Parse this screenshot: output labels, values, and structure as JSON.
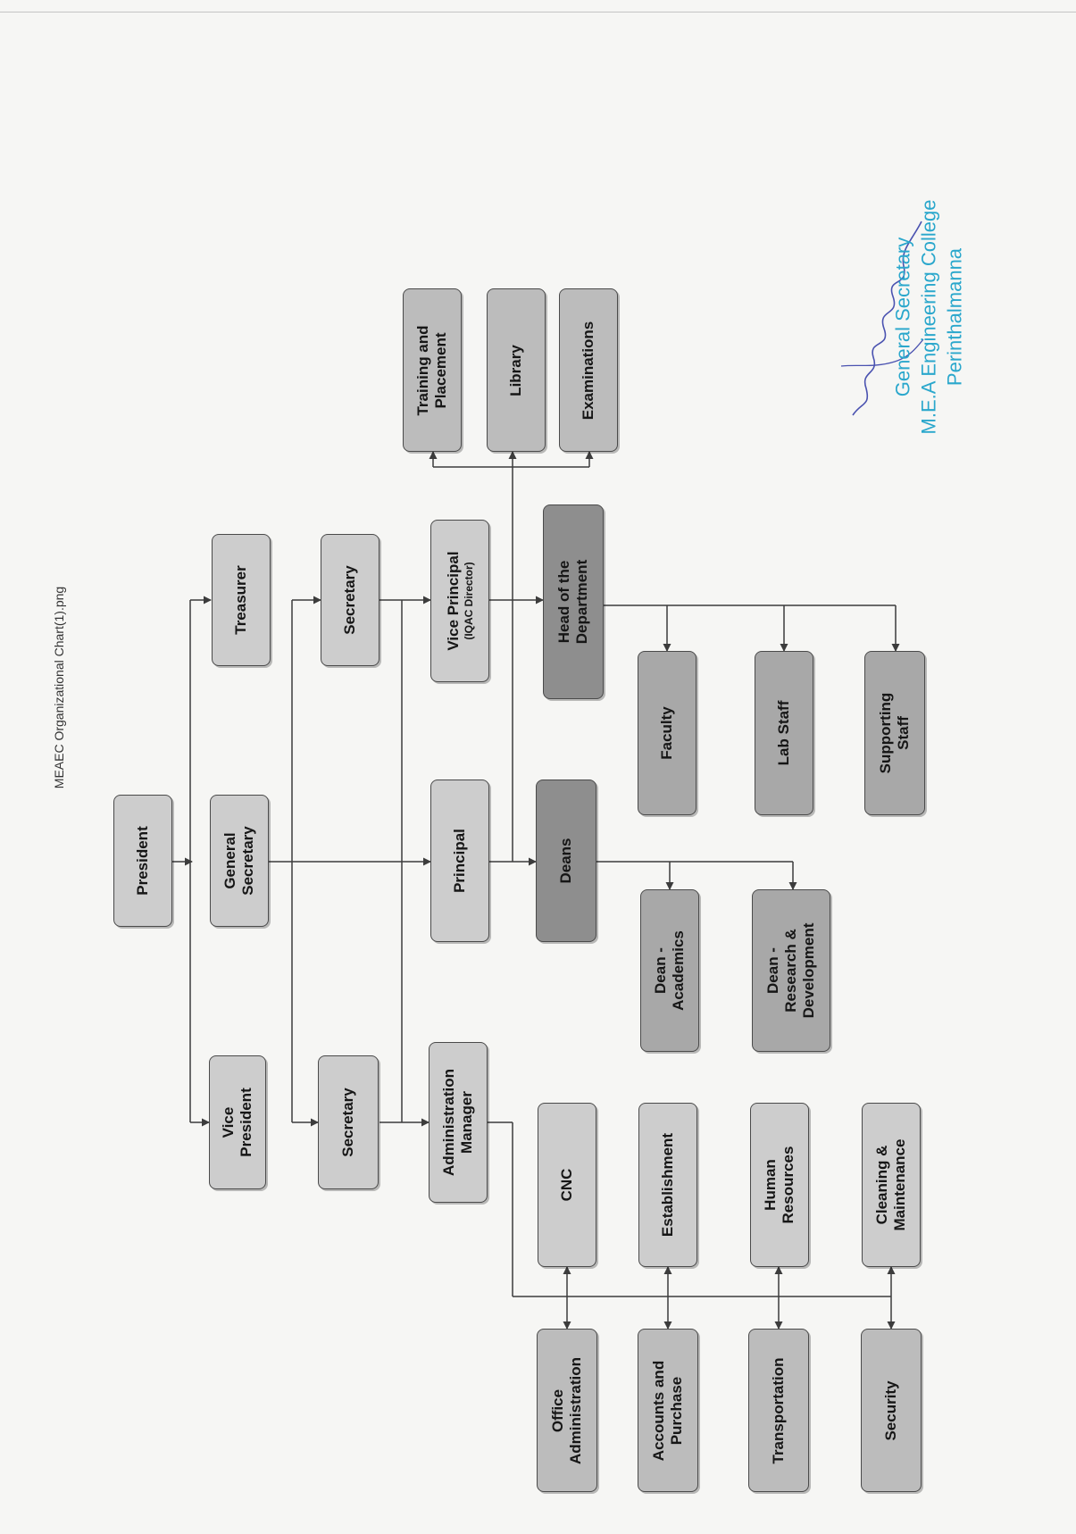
{
  "document": {
    "file_title": "MEAEC Organizational Chart(1).png"
  },
  "nodes": {
    "president": "President",
    "vice_president": {
      "line1": "Vice",
      "line2": "President"
    },
    "general_secretary": {
      "line1": "General",
      "line2": "Secretary"
    },
    "treasurer": "Treasurer",
    "secretary_left": "Secretary",
    "secretary_right": "Secretary",
    "administration_manager": {
      "line1": "Administration",
      "line2": "Manager"
    },
    "principal": "Principal",
    "vice_principal": {
      "line1": "Vice Principal",
      "line2": "(IQAC Director)"
    },
    "training_placement": {
      "line1": "Training and",
      "line2": "Placement"
    },
    "library": "Library",
    "examinations": "Examinations",
    "deans": "Deans",
    "head_of_department": {
      "line1": "Head of the",
      "line2": "Department"
    },
    "dean_academics": {
      "line1": "Dean -",
      "line2": "Academics"
    },
    "dean_research": {
      "line1": "Dean -",
      "line2": "Research &",
      "line3": "Development"
    },
    "faculty": "Faculty",
    "lab_staff": "Lab Staff",
    "supporting_staff": {
      "line1": "Supporting",
      "line2": "Staff"
    },
    "cnc": "CNC",
    "establishment": "Establishment",
    "human_resources": {
      "line1": "Human",
      "line2": "Resources"
    },
    "cleaning_maintenance": {
      "line1": "Cleaning &",
      "line2": "Maintenance"
    },
    "office_administration": {
      "line1": "Office",
      "line2": "Administration"
    },
    "accounts_purchase": {
      "line1": "Accounts and",
      "line2": "Purchase"
    },
    "transportation": "Transportation",
    "security": "Security"
  },
  "signature": {
    "line1": "General Secretary",
    "line2": "M.E.A Engineering College",
    "line3": "Perinthalmanna"
  },
  "colors": {
    "line": "#3c3c3c",
    "signature_ink": "#2aa7cc",
    "signature_pen": "#4a52b0"
  }
}
